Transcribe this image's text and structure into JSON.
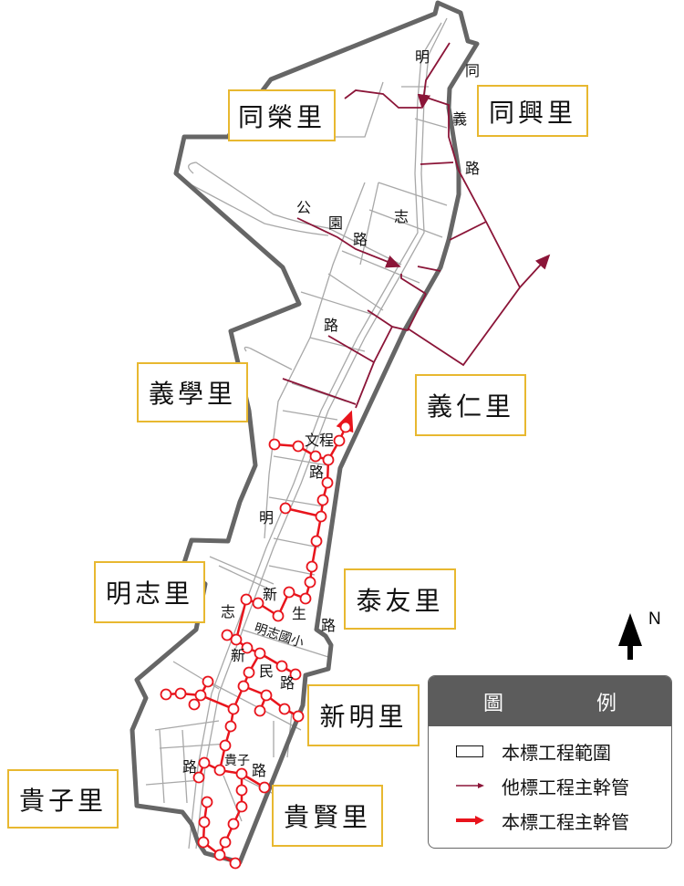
{
  "colors": {
    "boundary": "#666666",
    "road": "#a8a8a8",
    "other_pipe": "#8b1538",
    "this_pipe": "#e8141c",
    "village_border": "#e8b830",
    "legend_header": "#5c5c5c"
  },
  "villages": [
    "同榮里",
    "同興里",
    "義學里",
    "義仁里",
    "明志里",
    "泰友里",
    "新明里",
    "貴子里",
    "貴賢里"
  ],
  "road_labels": {
    "ming1": "明",
    "tong": "同",
    "yi": "義",
    "lu1": "路",
    "gong": "公",
    "yuan": "園",
    "lu2": "路",
    "zhi1": "志",
    "lu3": "路",
    "wencheng": "文程",
    "lu4": "路",
    "ming2": "明",
    "xin1": "新",
    "sheng": "生",
    "lu5": "路",
    "zhi2": "志",
    "school": "明志國小",
    "xin2": "新",
    "min": "民",
    "lu6": "路",
    "lu7": "路",
    "guizi": "貴子",
    "lu8": "路"
  },
  "north": {
    "label": "N",
    "icon": "north-arrow-icon"
  },
  "legend": {
    "title": "圖　例",
    "items": [
      {
        "label": "本標工程範圍",
        "symbol": "rectangle"
      },
      {
        "label": "他標工程主幹管",
        "symbol": "thin-dark-red-arrow"
      },
      {
        "label": "本標工程主幹管",
        "symbol": "thick-red-arrow"
      }
    ]
  }
}
